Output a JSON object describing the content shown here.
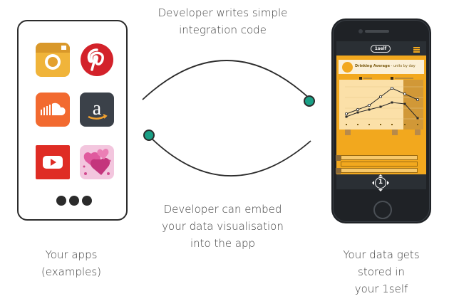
{
  "captions": {
    "top_line1": "Developer writes simple",
    "top_line2": "integration code",
    "mid_line1": "Developer can embed",
    "mid_line2": "your data visualisation",
    "mid_line3": "into the app",
    "apps_line1": "Your apps",
    "apps_line2": "(examples)",
    "data_line1": "Your data gets",
    "data_line2": "stored in",
    "data_line3": "your 1self"
  },
  "apps_panel": {
    "icons": [
      "instagram-icon",
      "pinterest-icon",
      "soundcloud-icon",
      "amazon-icon",
      "youtube-icon",
      "hearts-app-icon"
    ],
    "more_indicator": "more-apps-dots"
  },
  "phone": {
    "app_logo": "1self",
    "card_title": "Drinking Average",
    "card_subtitle": " - units by day",
    "bottom_logo": "1"
  },
  "colors": {
    "accent_teal": "#1aa086",
    "phone_orange": "#f2a81e",
    "instagram": "#f0b43a",
    "pinterest": "#d3222a",
    "soundcloud": "#f26a30",
    "amazon": "#3b4149",
    "youtube": "#df2c24",
    "hearts": "#d24a8e"
  }
}
